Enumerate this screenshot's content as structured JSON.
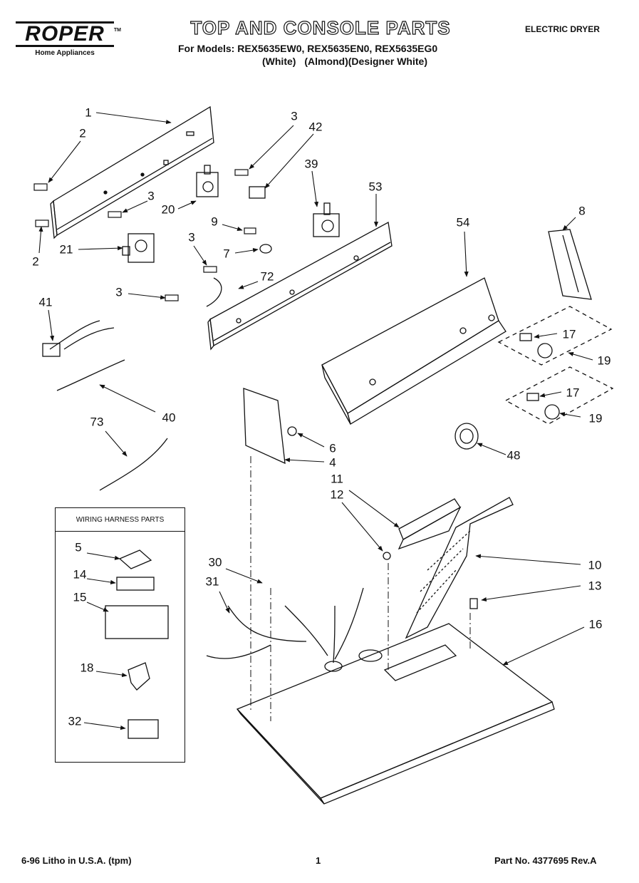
{
  "header": {
    "brand": "ROPER",
    "brand_tm": "TM",
    "brand_tagline": "Home Appliances",
    "title": "TOP AND CONSOLE PARTS",
    "models_line": "For Models: REX5635EW0, REX5635EN0, REX5635EG0",
    "variants": [
      "(White)",
      "(Almond)(Designer White)"
    ],
    "doc_type": "ELECTRIC DRYER"
  },
  "callouts": {
    "c1": "1",
    "c2a": "2",
    "c2b": "2",
    "c3a": "3",
    "c3b": "3",
    "c3c": "3",
    "c3d": "3",
    "c42": "42",
    "c39": "39",
    "c53": "53",
    "c20": "20",
    "c21": "21",
    "c9": "9",
    "c7": "7",
    "c72": "72",
    "c54": "54",
    "c8": "8",
    "c41": "41",
    "c17a": "17",
    "c19a": "19",
    "c17b": "17",
    "c19b": "19",
    "c40": "40",
    "c73": "73",
    "c6": "6",
    "c4": "4",
    "c48": "48",
    "c11": "11",
    "c12": "12",
    "c10": "10",
    "c13": "13",
    "c30": "30",
    "c31": "31",
    "c16": "16",
    "c5": "5",
    "c14": "14",
    "c15": "15",
    "c18": "18",
    "c32": "32"
  },
  "wiring_box": {
    "title": "WIRING HARNESS PARTS"
  },
  "footer": {
    "print_info": "6-96 Litho in U.S.A. (tpm)",
    "page_number": "1",
    "part_number": "Part No. 4377695 Rev.A"
  }
}
